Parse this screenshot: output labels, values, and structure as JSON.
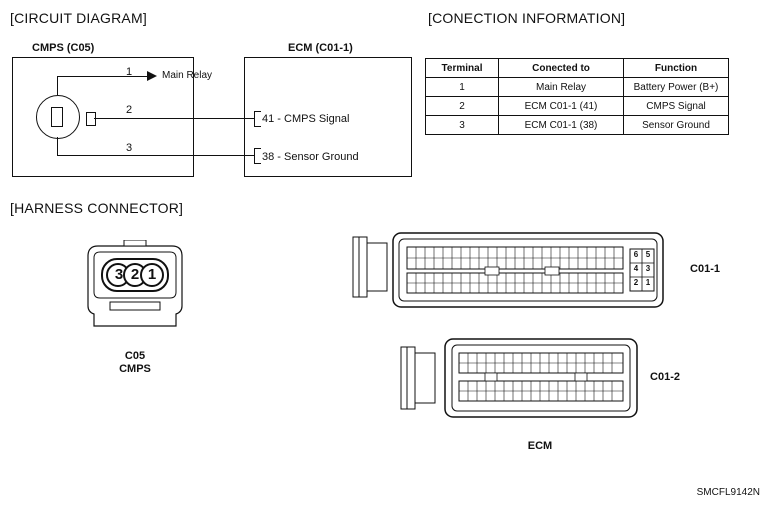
{
  "circuit": {
    "title": "[CIRCUIT DIAGRAM]",
    "cmps_label": "CMPS (C05)",
    "ecm_label": "ECM (C01-1)",
    "pin1": "1",
    "pin2": "2",
    "pin3": "3",
    "main_relay": "Main Relay",
    "cmps_signal": "41 - CMPS Signal",
    "sensor_ground": "38 - Sensor Ground"
  },
  "connection": {
    "title": "[CONECTION INFORMATION]",
    "headers": [
      "Terminal",
      "Conected to",
      "Function"
    ],
    "rows": [
      [
        "1",
        "Main Relay",
        "Battery Power (B+)"
      ],
      [
        "2",
        "ECM C01-1 (41)",
        "CMPS Signal"
      ],
      [
        "3",
        "ECM C01-1 (38)",
        "Sensor Ground"
      ]
    ]
  },
  "harness": {
    "title": "[HARNESS CONNECTOR]",
    "c05_pins": [
      "3",
      "2",
      "1"
    ],
    "c05_caption_1": "C05",
    "c05_caption_2": "CMPS",
    "c011_label": "C01-1",
    "c012_label": "C01-2",
    "ecm_caption": "ECM",
    "c011_side_pins": [
      "6",
      "5",
      "4",
      "3",
      "2",
      "1"
    ]
  },
  "footer": {
    "code": "SMCFL9142N"
  }
}
